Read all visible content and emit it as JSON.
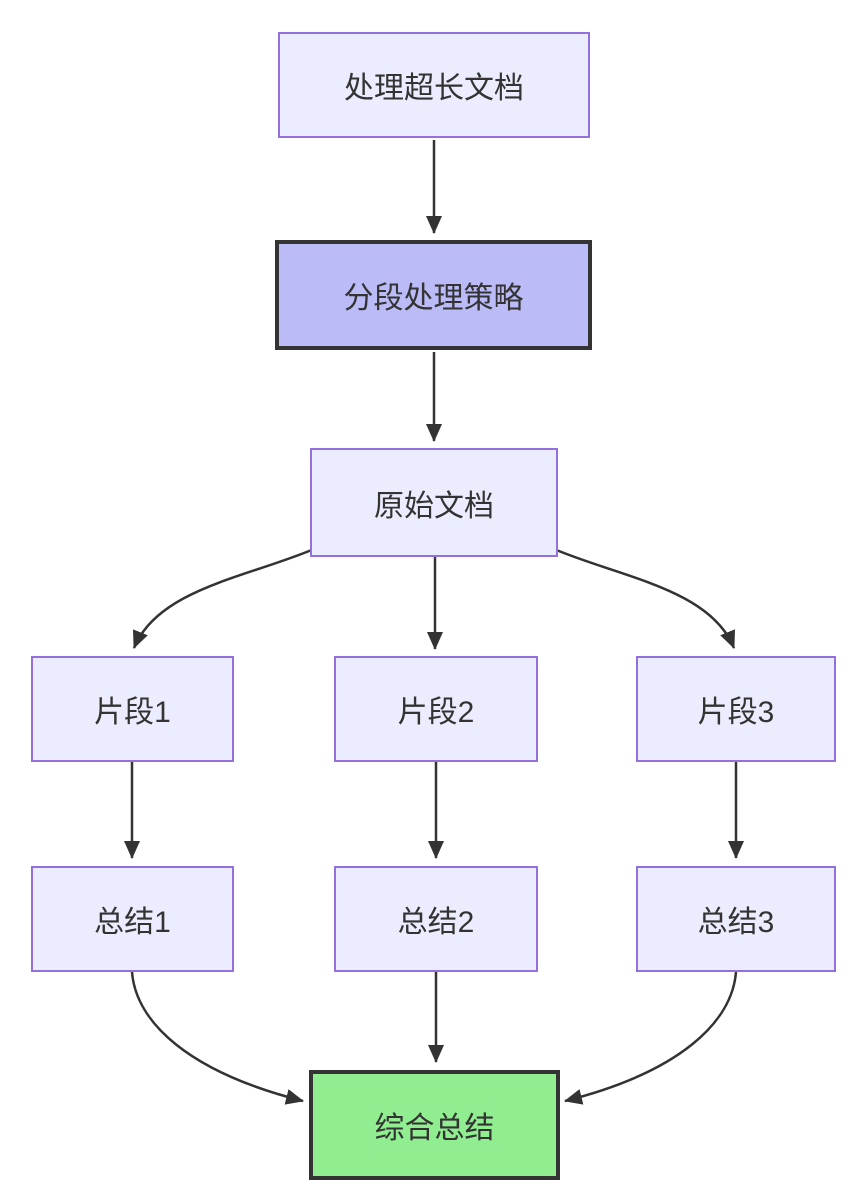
{
  "diagram": {
    "type": "flowchart",
    "direction": "top-down",
    "background": "#FFFFFF",
    "nodes": [
      {
        "id": "A",
        "label": "处理超长文档",
        "style": "default"
      },
      {
        "id": "B",
        "label": "分段处理策略",
        "style": "highlight-purple"
      },
      {
        "id": "C",
        "label": "原始文档",
        "style": "default"
      },
      {
        "id": "D1",
        "label": "片段1",
        "style": "default"
      },
      {
        "id": "D2",
        "label": "片段2",
        "style": "default"
      },
      {
        "id": "D3",
        "label": "片段3",
        "style": "default"
      },
      {
        "id": "E1",
        "label": "总结1",
        "style": "default"
      },
      {
        "id": "E2",
        "label": "总结2",
        "style": "default"
      },
      {
        "id": "E3",
        "label": "总结3",
        "style": "default"
      },
      {
        "id": "F",
        "label": "综合总结",
        "style": "highlight-green"
      }
    ],
    "edges": [
      {
        "from": "A",
        "to": "B",
        "arrow": "filled-triangle"
      },
      {
        "from": "B",
        "to": "C",
        "arrow": "filled-triangle"
      },
      {
        "from": "C",
        "to": "D1",
        "arrow": "filled-triangle"
      },
      {
        "from": "C",
        "to": "D2",
        "arrow": "filled-triangle"
      },
      {
        "from": "C",
        "to": "D3",
        "arrow": "filled-triangle"
      },
      {
        "from": "D1",
        "to": "E1",
        "arrow": "filled-triangle"
      },
      {
        "from": "D2",
        "to": "E2",
        "arrow": "filled-triangle"
      },
      {
        "from": "D3",
        "to": "E3",
        "arrow": "filled-triangle"
      },
      {
        "from": "E1",
        "to": "F",
        "arrow": "filled-triangle"
      },
      {
        "from": "E2",
        "to": "F",
        "arrow": "filled-triangle"
      },
      {
        "from": "E3",
        "to": "F",
        "arrow": "filled-triangle"
      }
    ],
    "colors": {
      "node_fill": "#ECECFF",
      "node_border": "#9370DB",
      "highlight_purple_fill": "#BBBBF7",
      "highlight_green_fill": "#90EE90",
      "highlight_border": "#333333",
      "edge": "#333333",
      "text": "#333333",
      "background": "#FFFFFF"
    }
  }
}
